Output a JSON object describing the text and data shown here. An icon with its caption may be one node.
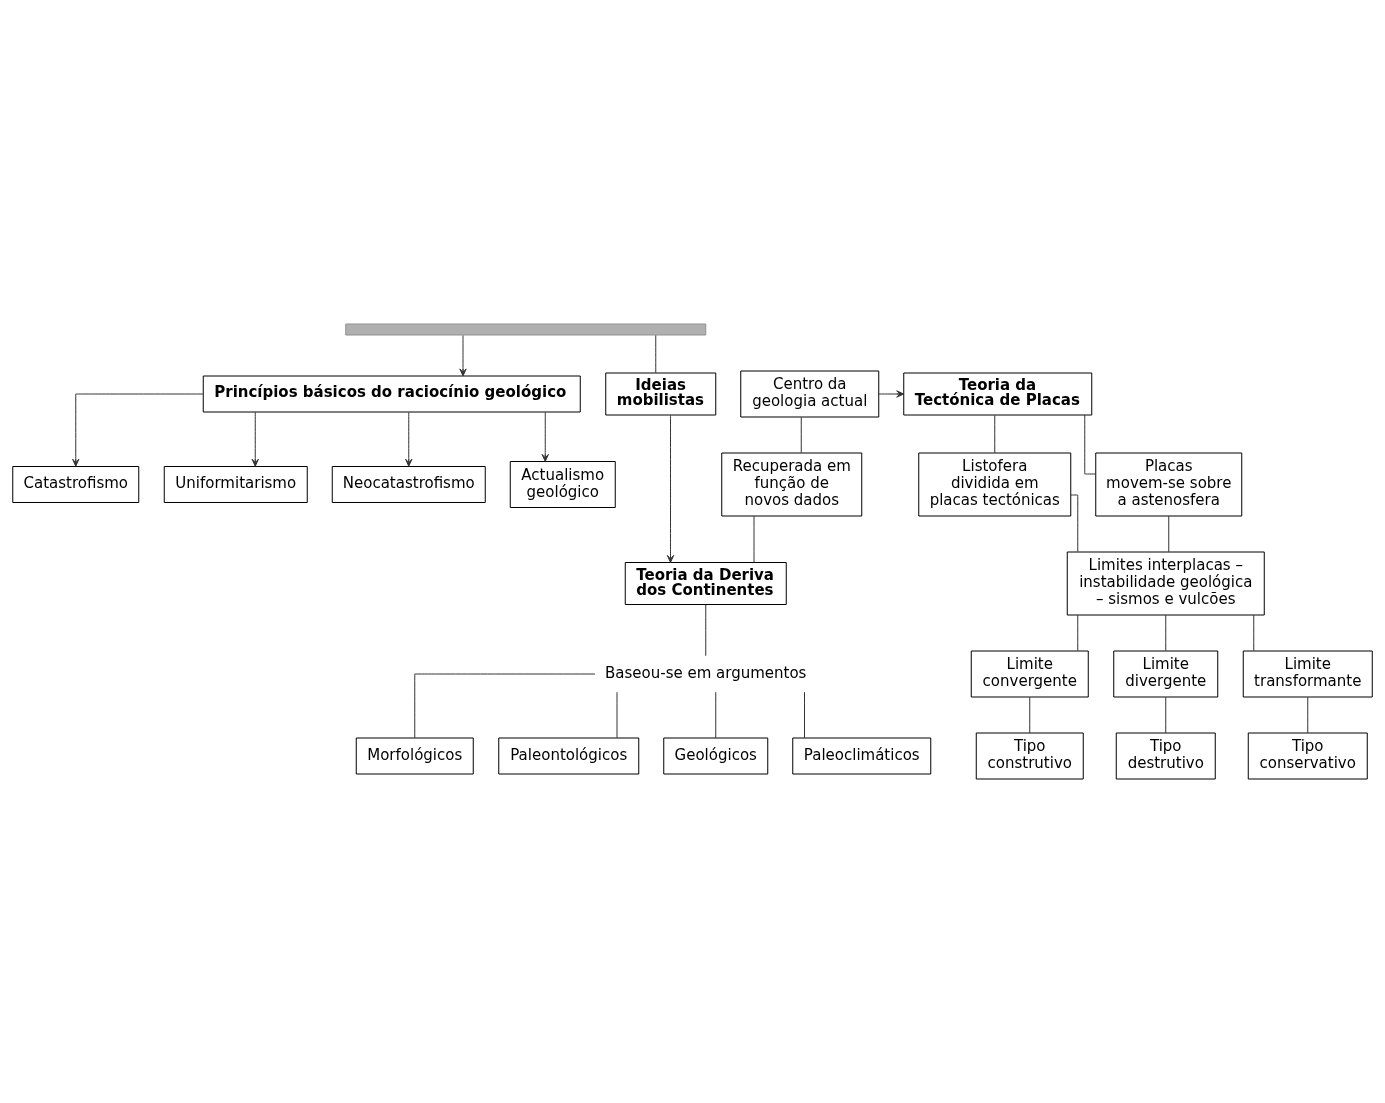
{
  "diagram": {
    "nodes": [
      {
        "text": [],
        "shape": "bar"
      },
      {
        "text": [
          "Princípios básicos do raciocínio geológico"
        ]
      },
      {
        "text": [
          "Catastrofismo"
        ]
      },
      {
        "text": [
          "Uniformitarismo"
        ]
      },
      {
        "text": [
          "Neocatastrofismo"
        ]
      },
      {
        "text": [
          "Actualismo geológico"
        ]
      },
      {
        "text": [
          "Ideias mobilistas"
        ]
      },
      {
        "text": [
          "Centro da geologia actual"
        ]
      },
      {
        "text": [
          "Teoria da Tectónica de Placas"
        ]
      },
      {
        "text": [
          "Listofera dividida em placas tectónicas"
        ]
      },
      {
        "text": [
          "Placas movem-se sobre a astenosfera"
        ]
      },
      {
        "text": [
          "Recuperada em função de novos dados"
        ]
      },
      {
        "text": [
          "Limites interplacas – instabilidade geológica – sismos e vulcões"
        ]
      },
      {
        "text": [
          "Teoria da Deriva dos Continentes"
        ]
      },
      {
        "text": [
          "Limite convergente"
        ]
      },
      {
        "text": [
          "Limite divergente"
        ]
      },
      {
        "text": [
          "Limite transformante"
        ]
      },
      {
        "text": [
          "Baseou-se em argumentos"
        ]
      },
      {
        "text": [
          "Tipo construtivo"
        ]
      },
      {
        "text": [
          "Tipo destrutivo"
        ]
      },
      {
        "text": [
          "Tipo conservativo"
        ]
      },
      {
        "text": [
          "Morfológicos"
        ]
      },
      {
        "text": [
          "Paleontológicos"
        ]
      },
      {
        "text": [
          "Geológicos"
        ]
      },
      {
        "text": [
          "Paleoclimáticos"
        ]
      }
    ],
    "edges": [
      {
        "from": 0,
        "to": 1,
        "arrow": "to"
      },
      {
        "from": 0,
        "to": 6,
        "arrow": "none"
      },
      {
        "from": 6,
        "to": 13,
        "arrow": "to"
      },
      {
        "from": 1,
        "to": 2,
        "arrow": "to"
      },
      {
        "from": 1,
        "to": 3,
        "arrow": "to"
      },
      {
        "from": 1,
        "to": 4,
        "arrow": "to"
      },
      {
        "from": 1,
        "to": 5,
        "arrow": "to"
      },
      {
        "from": 7,
        "to": 8,
        "arrow": "to"
      },
      {
        "from": 7,
        "to": 11,
        "arrow": "none"
      },
      {
        "from": 11,
        "to": 13,
        "arrow": "none"
      },
      {
        "from": 8,
        "to": 9,
        "arrow": "none"
      },
      {
        "from": 8,
        "to": 10,
        "arrow": "none"
      },
      {
        "from": 9,
        "to": 12,
        "arrow": "none"
      },
      {
        "from": 10,
        "to": 12,
        "arrow": "none"
      },
      {
        "from": 12,
        "to": 14,
        "arrow": "none"
      },
      {
        "from": 12,
        "to": 15,
        "arrow": "none"
      },
      {
        "from": 12,
        "to": 16,
        "arrow": "none"
      },
      {
        "from": 14,
        "to": 18,
        "arrow": "none"
      },
      {
        "from": 15,
        "to": 19,
        "arrow": "none"
      },
      {
        "from": 16,
        "to": 20,
        "arrow": "none"
      },
      {
        "from": 13,
        "to": 17,
        "arrow": "none"
      },
      {
        "from": 17,
        "to": 21,
        "arrow": "none"
      },
      {
        "from": 17,
        "to": 22,
        "arrow": "none"
      },
      {
        "from": 17,
        "to": 23,
        "arrow": "none"
      },
      {
        "from": 17,
        "to": 24,
        "arrow": "none"
      }
    ]
  }
}
